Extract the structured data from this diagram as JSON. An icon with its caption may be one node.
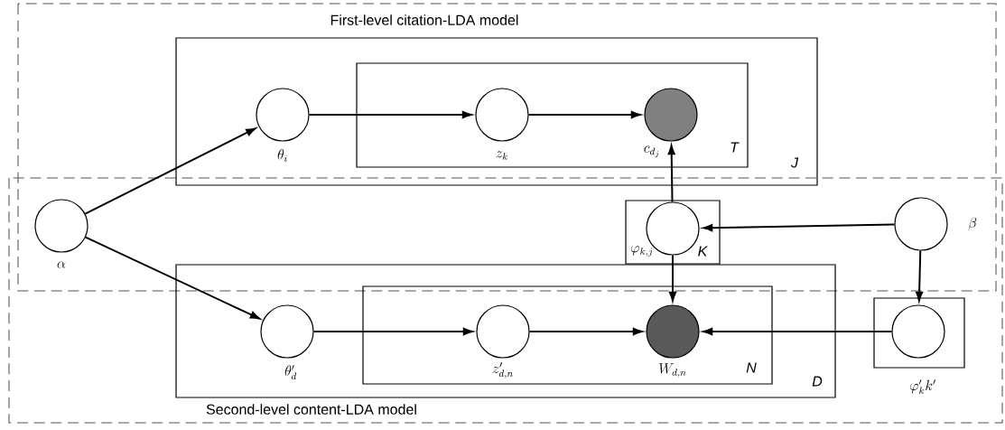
{
  "diagram": {
    "nodes": [
      {
        "text": [
          "J"
        ]
      },
      {
        "text": [
          "T"
        ],
        "in": 0
      },
      {
        "text": [
          "\\theta_{i}"
        ],
        "in": 0
      },
      {
        "text": [
          "z_{k}"
        ],
        "in": 1
      },
      {
        "text": [
          "c_{d_{j}}"
        ],
        "in": 1
      },
      {
        "text": [
          "\\alpha"
        ]
      },
      {
        "text": [
          "K"
        ]
      },
      {
        "text": [
          "\\varphi_{k, j}"
        ],
        "in": 6
      },
      {
        "text": [
          "\\beta"
        ]
      },
      {
        "text": [
          "D"
        ]
      },
      {
        "text": [
          "N"
        ],
        "in": 9
      },
      {
        "text": [
          "\\theta'_{d}"
        ],
        "in": 9
      },
      {
        "text": [
          "z'_{d, n}"
        ],
        "in": 10
      },
      {
        "text": [
          "W_{d, n}"
        ],
        "in": 10
      },
      {
        "text": [
          "\\varphi'_{k}k'"
        ]
      },
      {
        "text": [],
        "shape": "circle",
        "in": 14
      }
    ],
    "edges": [
      {
        "from": 5,
        "to": 2,
        "arrow": "to"
      },
      {
        "from": 2,
        "to": 3,
        "arrow": "to"
      },
      {
        "from": 3,
        "to": 4,
        "arrow": "to"
      },
      {
        "from": 7,
        "to": 4,
        "arrow": "to"
      },
      {
        "from": 8,
        "to": 7,
        "arrow": "to"
      },
      {
        "from": 7,
        "to": 13,
        "arrow": "to"
      },
      {
        "from": 5,
        "to": 11,
        "arrow": "to"
      },
      {
        "from": 11,
        "to": 12,
        "arrow": "to"
      },
      {
        "from": 12,
        "to": 13,
        "arrow": "to"
      },
      {
        "from": 15,
        "to": 13,
        "arrow": "to"
      },
      {
        "from": 8,
        "to": 15,
        "arrow": "to"
      }
    ],
    "labels": [
      "First-level citation-LDA model",
      "Second-level content-LDA model"
    ]
  }
}
